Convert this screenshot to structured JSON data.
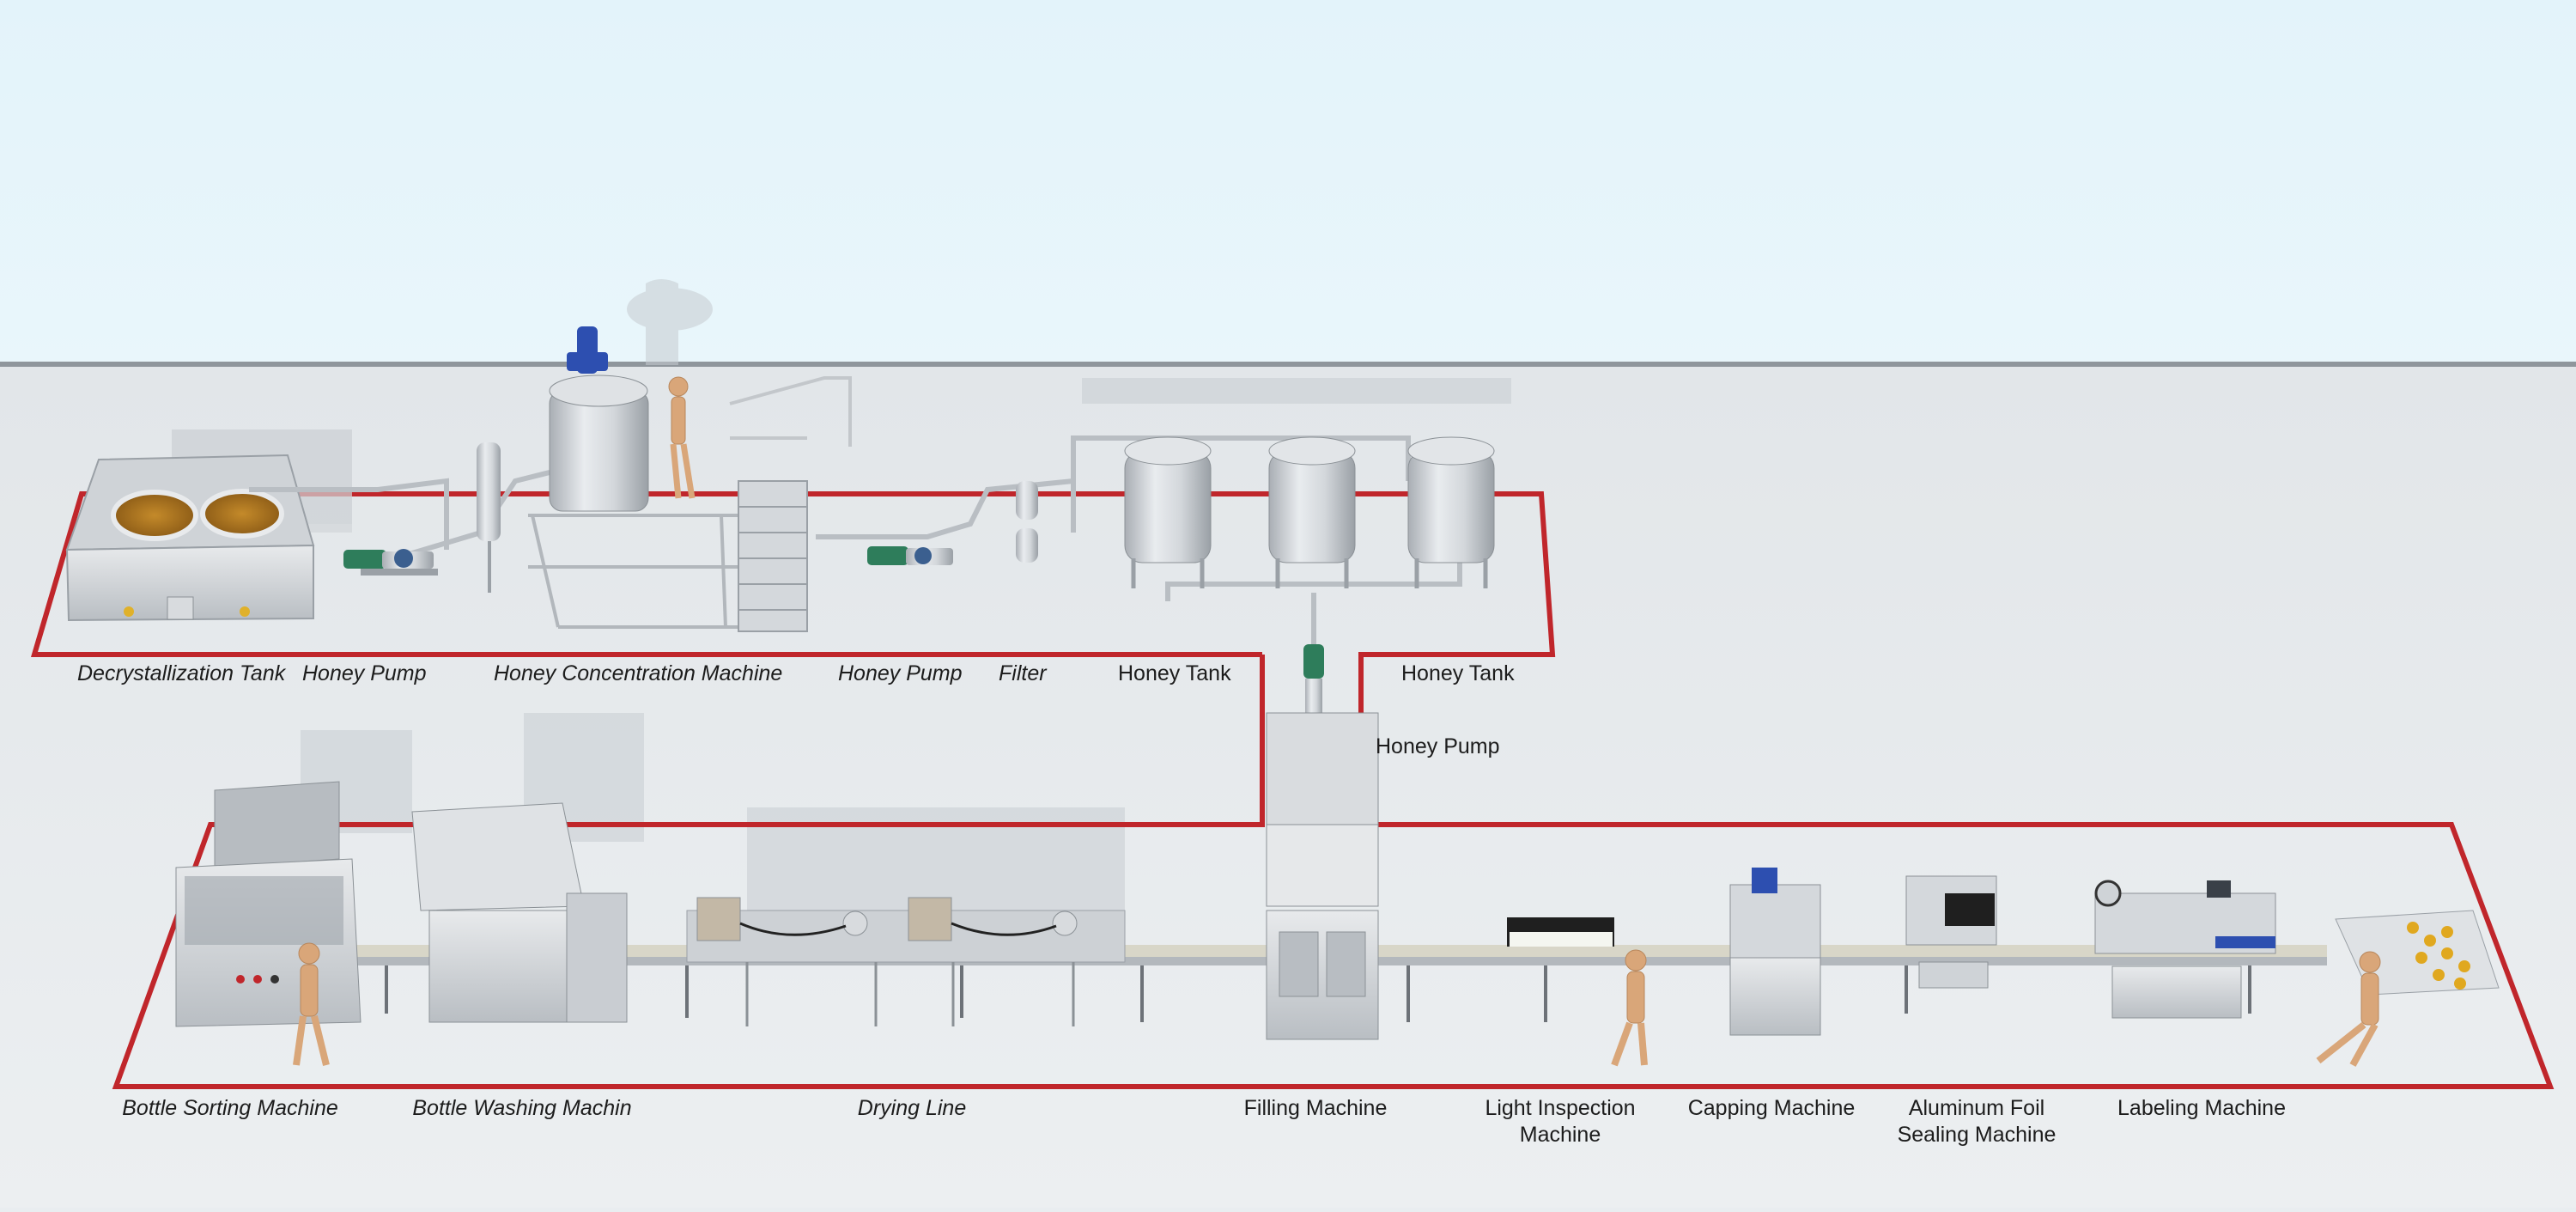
{
  "colors": {
    "wall": "#e6f4fa",
    "floor": "#e9edf0",
    "process_outline": "#c0262b",
    "steel": "#c9cdd2",
    "motor_blue": "#2d4fb0",
    "pump_green": "#2e7d5b",
    "honey": "#b07a1f",
    "mannequin": "#d9a679"
  },
  "upper_line": {
    "labels": [
      {
        "id": "decrystallization-tank",
        "text": "Decrystallization Tank"
      },
      {
        "id": "honey-pump-1",
        "text": "Honey Pump"
      },
      {
        "id": "honey-concentration-machine",
        "text": "Honey Concentration Machine"
      },
      {
        "id": "honey-pump-2",
        "text": "Honey Pump"
      },
      {
        "id": "filter",
        "text": "Filter"
      },
      {
        "id": "honey-tank-1",
        "text": "Honey Tank"
      },
      {
        "id": "honey-tank-2",
        "text": "Honey Tank"
      },
      {
        "id": "honey-pump-3",
        "text": "Honey Pump"
      }
    ]
  },
  "lower_line": {
    "labels": [
      {
        "id": "bottle-sorting-machine",
        "lines": [
          "Bottle Sorting Machine"
        ]
      },
      {
        "id": "bottle-washing-machine",
        "lines": [
          "Bottle Washing Machin"
        ]
      },
      {
        "id": "drying-line",
        "lines": [
          "Drying Line"
        ]
      },
      {
        "id": "filling-machine",
        "lines": [
          "Filling Machine"
        ]
      },
      {
        "id": "light-inspection-machine",
        "lines": [
          "Light Inspection",
          "Machine"
        ]
      },
      {
        "id": "capping-machine",
        "lines": [
          "Capping Machine"
        ]
      },
      {
        "id": "aluminum-foil-sealing-machine",
        "lines": [
          "Aluminum Foil",
          "Sealing Machine"
        ]
      },
      {
        "id": "labeling-machine",
        "lines": [
          "Labeling Machine"
        ]
      }
    ]
  }
}
